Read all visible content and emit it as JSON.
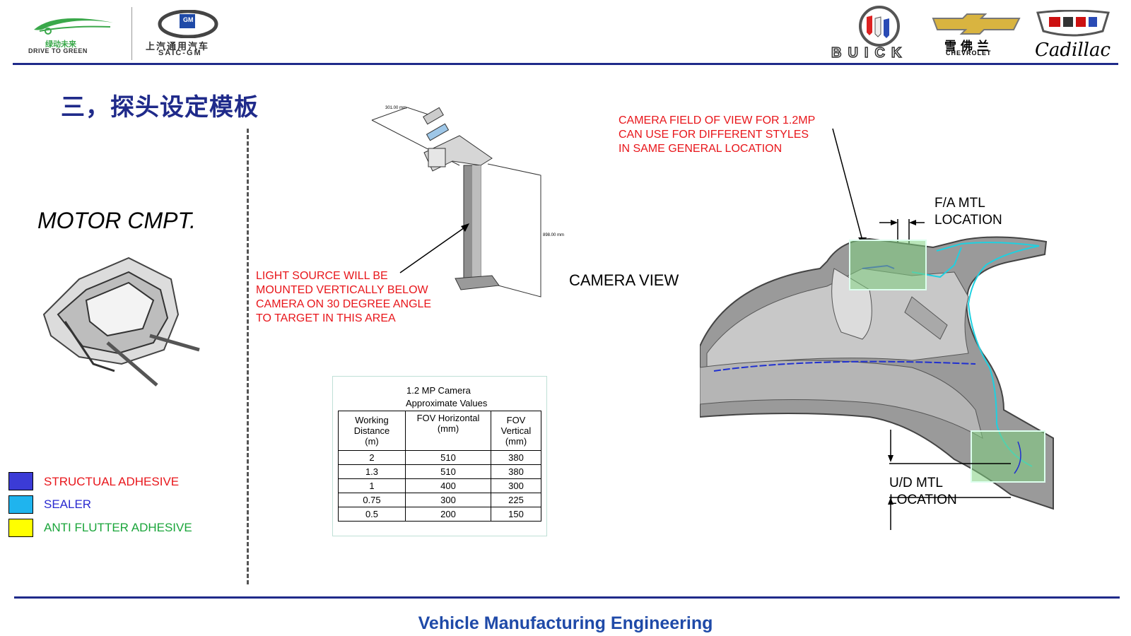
{
  "header": {
    "logo_green_line1": "绿动未来",
    "logo_green_line2": "DRIVE TO GREEN",
    "logo_saic_cn": "上汽通用汽车",
    "logo_saic_en": "SAIC-GM",
    "logo_gm": "GM",
    "brand_buick": "BUICK",
    "brand_chevrolet_cn": "雪佛兰",
    "brand_chevrolet_en": "CHEVROLET",
    "brand_cadillac": "Cadillac"
  },
  "page": {
    "title": "三，探头设定模板",
    "section_label": "MOTOR CMPT.",
    "camera_view_label": "CAMERA VIEW",
    "light_source_note": [
      "LIGHT SOURCE WILL BE",
      "MOUNTED VERTICALLY BELOW",
      "CAMERA ON 30 DEGREE ANGLE",
      "TO TARGET IN THIS AREA"
    ],
    "camera_fov_note": [
      "CAMERA FIELD OF VIEW FOR 1.2MP",
      "CAN USE FOR DIFFERENT STYLES",
      "IN SAME GENERAL LOCATION"
    ],
    "fa_location": [
      "F/A MTL",
      "LOCATION"
    ],
    "ud_location": [
      "U/D MTL",
      "LOCATION"
    ],
    "dim_top": "301.00 mm",
    "dim_side": "898.00 mm"
  },
  "fov_table": {
    "caption_line1": "1.2 MP Camera",
    "caption_line2": "Approximate Values",
    "headers": [
      [
        "Working",
        "Distance",
        "(m)"
      ],
      [
        "FOV Horizontal",
        "(mm)",
        ""
      ],
      [
        "FOV",
        "Vertical",
        "(mm)"
      ]
    ],
    "rows": [
      [
        "2",
        "510",
        "380"
      ],
      [
        "1.3",
        "510",
        "380"
      ],
      [
        "1",
        "400",
        "300"
      ],
      [
        "0.75",
        "300",
        "225"
      ],
      [
        "0.5",
        "200",
        "150"
      ]
    ]
  },
  "legend": [
    {
      "label": "STRUCTUAL ADHESIVE",
      "swatch": "#3b3bd6",
      "text_color": "#e8161b"
    },
    {
      "label": "SEALER",
      "swatch": "#1fb4ee",
      "text_color": "#2a2ad0"
    },
    {
      "label": "ANTI FLUTTER ADHESIVE",
      "swatch": "#ffff00",
      "text_color": "#1aa53a"
    }
  ],
  "footer": {
    "text": "Vehicle Manufacturing Engineering"
  },
  "colors": {
    "brand_blue": "#1f2a8a",
    "note_red": "#e8161b",
    "footer_blue": "#1f4aa8",
    "overlay_green": "#7fcf7f"
  }
}
